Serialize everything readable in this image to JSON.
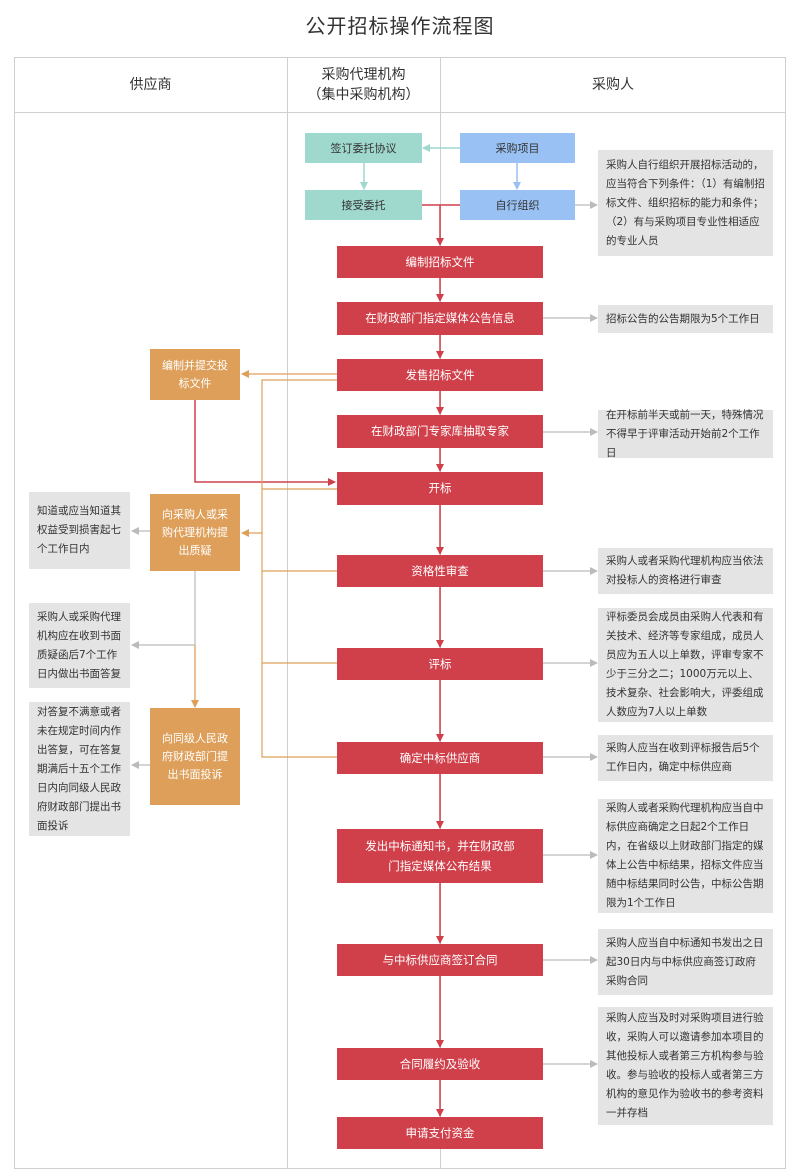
{
  "title": "公开招标操作流程图",
  "columns": {
    "supplier": "供应商",
    "agency_line1": "采购代理机构",
    "agency_line2": "（集中采购机构）",
    "purchaser": "采购人"
  },
  "nodes": {
    "sign_agreement": "签订委托协议",
    "accept_entrust": "接受委托",
    "project": "采购项目",
    "self_org": "自行组织",
    "compile_docs": "编制招标文件",
    "publish_notice": "在财政部门指定媒体公告信息",
    "sell_docs": "发售招标文件",
    "draw_experts": "在财政部门专家库抽取专家",
    "open_bid": "开标",
    "qualification": "资格性审查",
    "evaluate": "评标",
    "determine_winner": "确定中标供应商",
    "notify_publish": "发出中标通知书，并在财政部门指定媒体公布结果",
    "sign_contract": "与中标供应商签订合同",
    "perform_accept": "合同履约及验收",
    "apply_payment": "申请支付资金",
    "submit_bid": "编制并提交投标文件",
    "raise_query": "向采购人或采购代理机构提出质疑",
    "complain": "向同级人民政府财政部门提出书面投诉"
  },
  "notes": {
    "self_org": "采购人自行组织开展招标活动的，应当符合下列条件：（1）有编制招标文件、组织招标的能力和条件；（2）有与采购项目专业性相适应的专业人员",
    "notice_period": "招标公告的公告期限为5个工作日",
    "expert_draw": "在开标前半天或前一天，特殊情况不得早于评审活动开始前2个工作日",
    "query_deadline": "知道或应当知道其权益受到损害起七个工作日内",
    "qualification": "采购人或者采购代理机构应当依法对投标人的资格进行审查",
    "reply_deadline": "采购人或采购代理机构应在收到书面质疑函后7个工作日内做出书面答复",
    "committee": "评标委员会成员由采购人代表和有关技术、经济等专家组成，成员人员应为五人以上单数，评审专家不少于三分之二；1000万元以上、技术复杂、社会影响大，评委组成人数应为7人以上单数",
    "winner_deadline": "采购人应当在收到评标报告后5个工作日内，确定中标供应商",
    "complaint_deadline": "对答复不满意或者未在规定时间内作出答复，可在答复期满后十五个工作日内向同级人民政府财政部门提出书面投诉",
    "publish_result": "采购人或者采购代理机构应当自中标供应商确定之日起2个工作日内，在省级以上财政部门指定的媒体上公告中标结果，招标文件应当随中标结果同时公告，中标公告期限为1个工作日",
    "contract_deadline": "采购人应当自中标通知书发出之日起30日内与中标供应商签订政府采购合同",
    "acceptance": "采购人应当及时对采购项目进行验收，采购人可以邀请参加本项目的其他投标人或者第三方机构参与验收。参与验收的投标人或者第三方机构的意见作为验收书的参考资料一并存档"
  },
  "colors": {
    "red": "#d0404b",
    "teal": "#9fd8cd",
    "blue": "#99c1f4",
    "orange": "#de9f5a",
    "note_gray": "#e4e4e4"
  }
}
